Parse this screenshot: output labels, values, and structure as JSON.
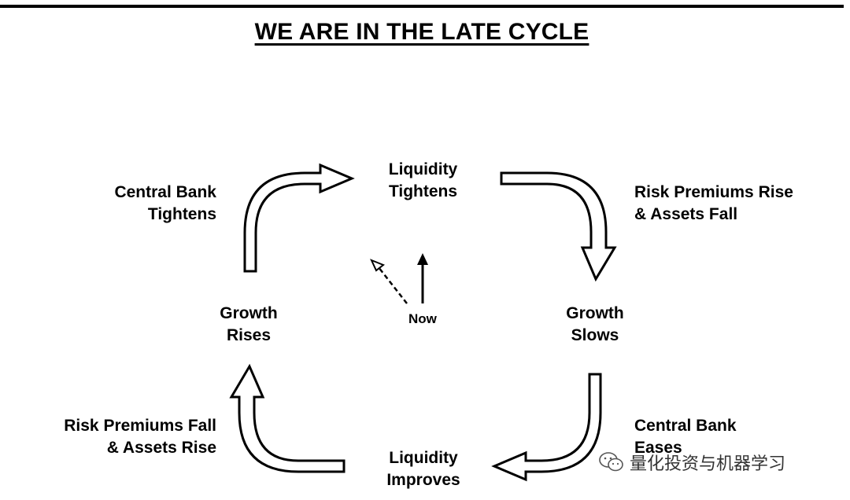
{
  "title": "WE ARE IN THE LATE CYCLE",
  "nodes": {
    "liquidity_tightens": [
      "Liquidity",
      "Tightens"
    ],
    "growth_slows": [
      "Growth",
      "Slows"
    ],
    "liquidity_improves": [
      "Liquidity",
      "Improves"
    ],
    "growth_rises": [
      "Growth",
      "Rises"
    ]
  },
  "transitions": {
    "central_bank_tightens": [
      "Central Bank",
      "Tightens"
    ],
    "risk_premiums_rise": [
      "Risk Premiums Rise",
      "& Assets Fall"
    ],
    "central_bank_eases": [
      "Central Bank",
      "Eases"
    ],
    "risk_premiums_fall": [
      "Risk Premiums Fall",
      "& Assets Rise"
    ]
  },
  "now_label": "Now",
  "watermark": "量化投资与机器学习",
  "icons": [
    "wechat-icon"
  ]
}
